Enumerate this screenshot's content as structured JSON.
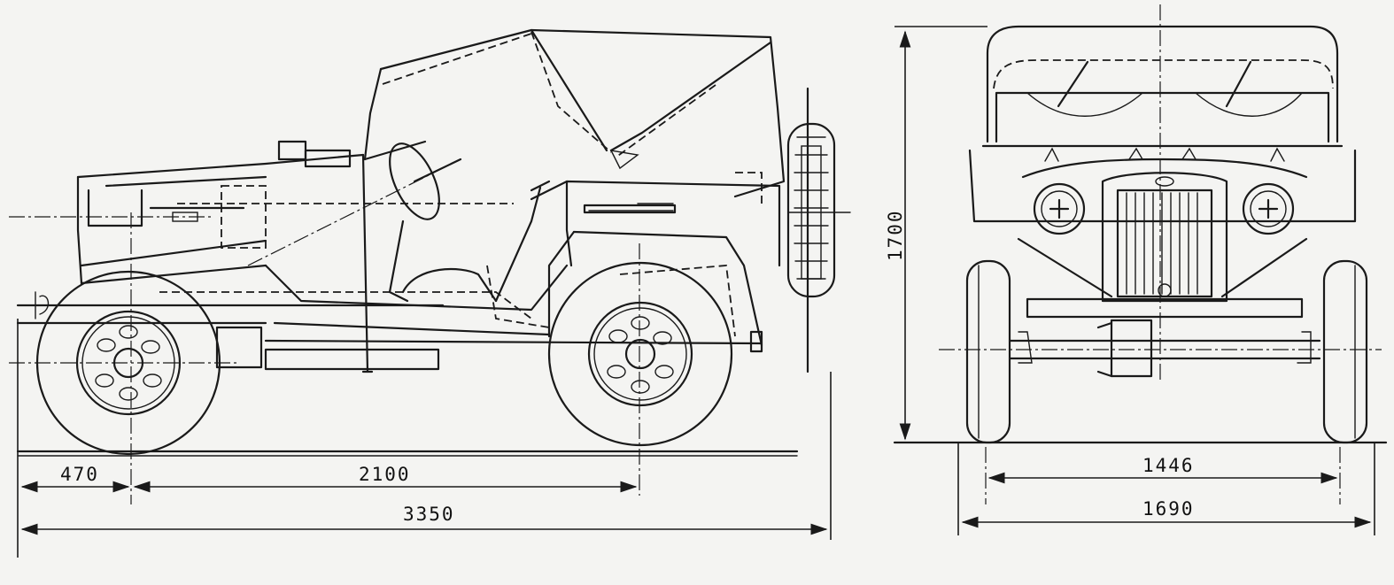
{
  "dimensions": {
    "front_overhang": "470",
    "wheelbase": "2100",
    "overall_length": "3350",
    "height": "1700",
    "track": "1446",
    "overall_width": "1690"
  }
}
